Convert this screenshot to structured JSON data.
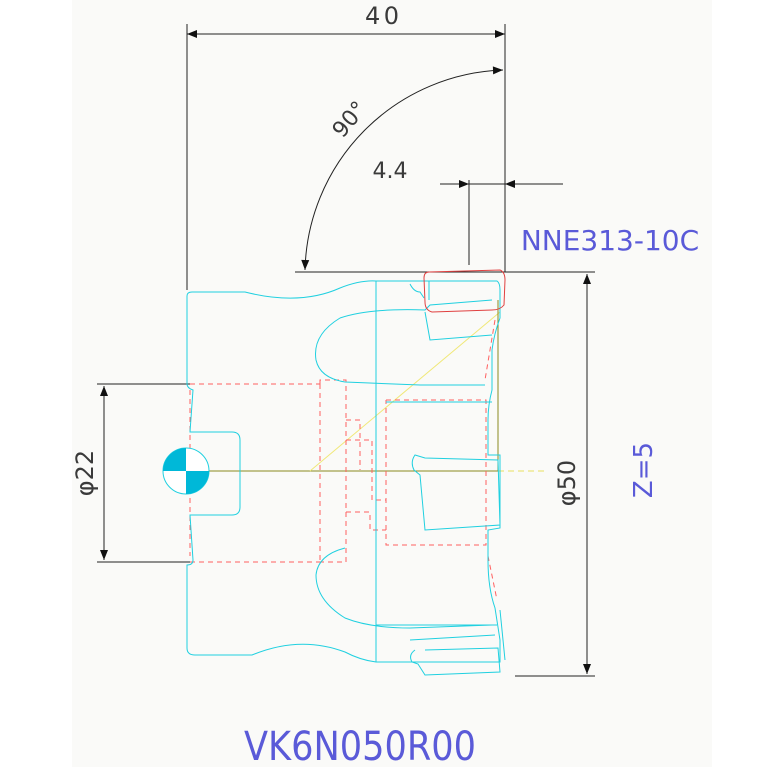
{
  "drawing": {
    "part_number": "VK6N050R00",
    "insert_code": "NNE313-10C",
    "teeth": "Z=5",
    "dimensions": {
      "width": "40",
      "angle": "90°",
      "offset": "4.4",
      "bore_diameter": "φ22",
      "cutter_diameter": "φ50"
    },
    "colors": {
      "background": "#fafaf8",
      "outline": "#20d0e0",
      "hidden": "#ff6060",
      "insert": "#e04040",
      "center": "#e8e060",
      "dimension": "#222222",
      "label": "#5a5ad8",
      "datum": "#00b8d8"
    }
  }
}
